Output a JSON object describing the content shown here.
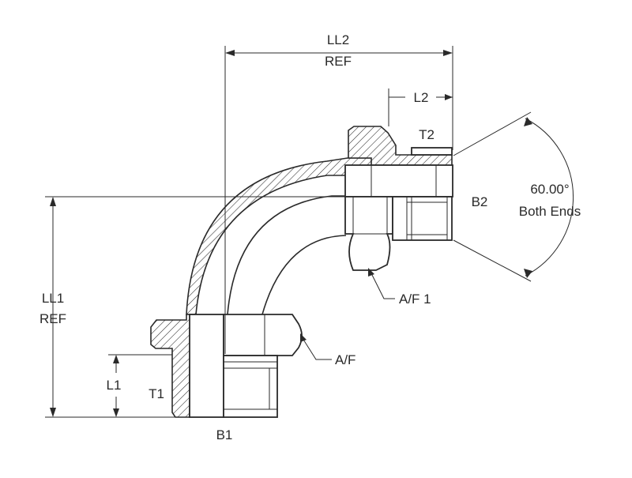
{
  "labels": {
    "ll2": "LL2",
    "ll2_ref": "REF",
    "l2": "L2",
    "t2": "T2",
    "b2": "B2",
    "angle": "60.00°",
    "angle_note": "Both Ends",
    "af1": "A/F 1",
    "ll1": "LL1",
    "ll1_ref": "REF",
    "l1": "L1",
    "t1": "T1",
    "af": "A/F",
    "b1": "B1"
  }
}
